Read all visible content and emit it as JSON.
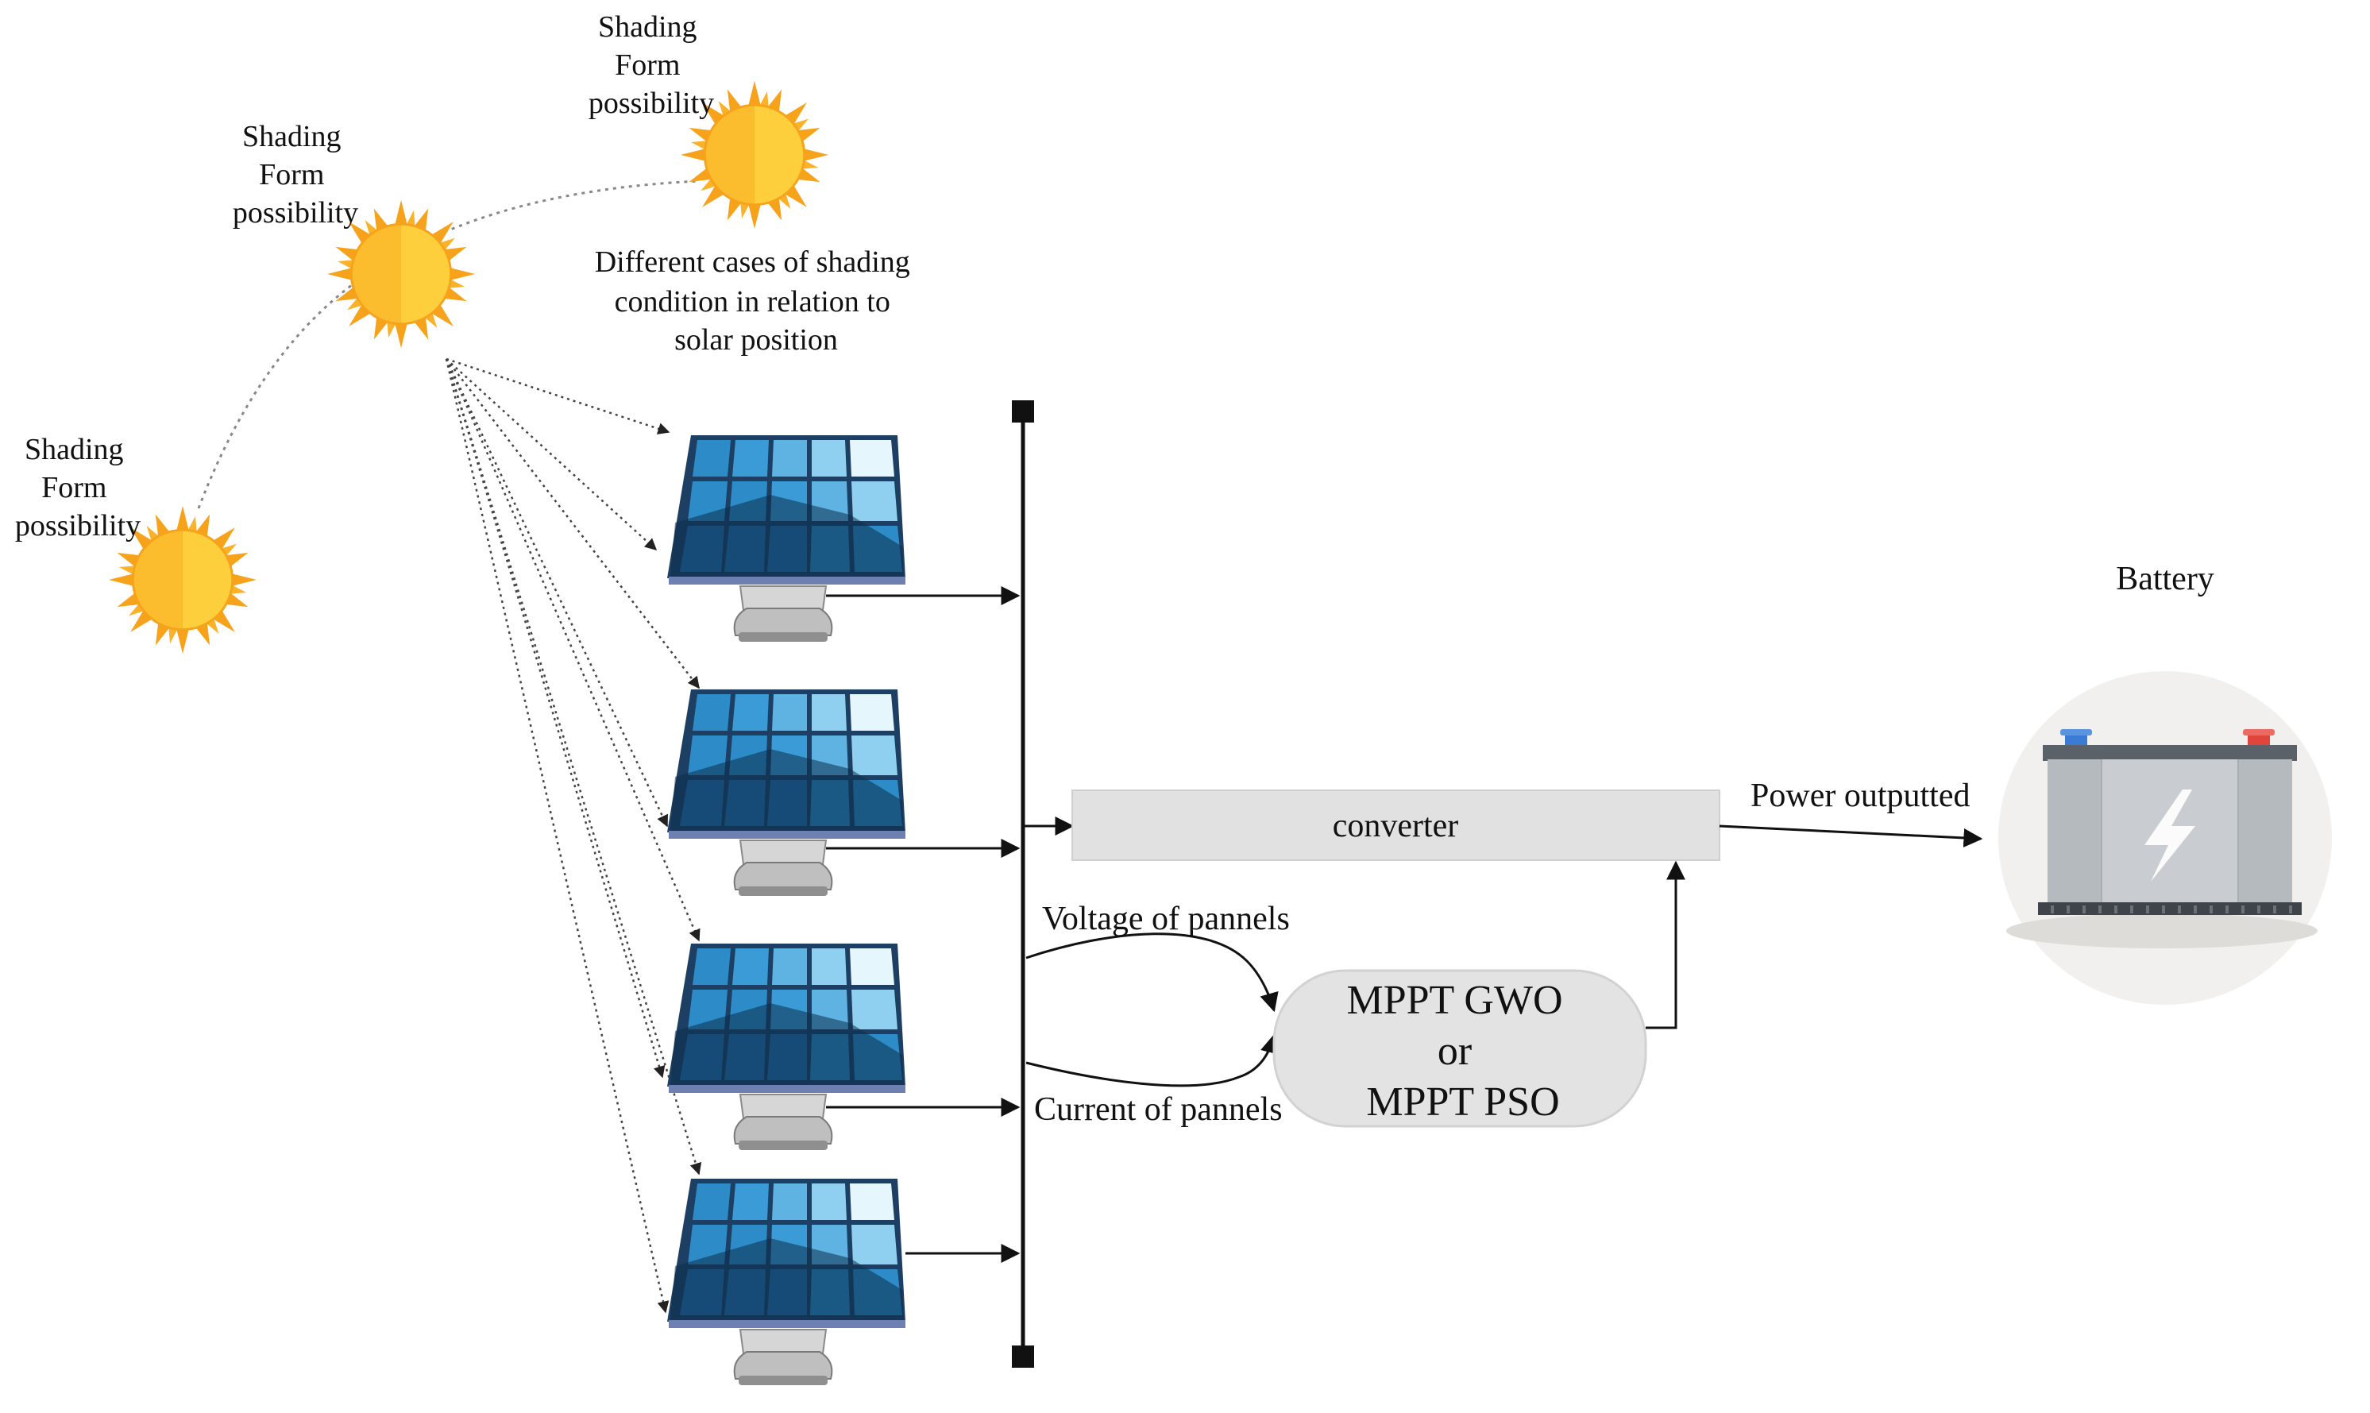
{
  "suns": [
    {
      "label": [
        "Shading",
        "Form",
        "possibility"
      ]
    },
    {
      "label": [
        "Shading",
        "Form",
        "possibility"
      ]
    },
    {
      "label": [
        "Shading",
        "Form",
        "possibility"
      ]
    }
  ],
  "shading_note": [
    "Different cases of shading",
    "condition in relation to",
    "solar position"
  ],
  "converter": {
    "label": "converter"
  },
  "mppt": {
    "lines": [
      "MPPT GWO",
      "or",
      "MPPT PSO"
    ]
  },
  "signals": {
    "voltage": "Voltage of pannels",
    "current": "Current of pannels",
    "power": "Power outputted"
  },
  "battery": {
    "label": "Battery"
  },
  "panel_count": 4,
  "icons": [
    "sun-icon",
    "solar-panel-icon",
    "battery-icon",
    "lightning-icon"
  ],
  "colors": {
    "sun": "#fbbd2e",
    "sun_ray": "#f7a21b",
    "panel_frame": "#1c3f63",
    "panel_cell": "#2d8cc7",
    "converter_fill": "#e1e1e1",
    "battery_body": "#c9cdd1",
    "terminal_neg": "#3a7bd5",
    "terminal_pos": "#e0453b"
  }
}
